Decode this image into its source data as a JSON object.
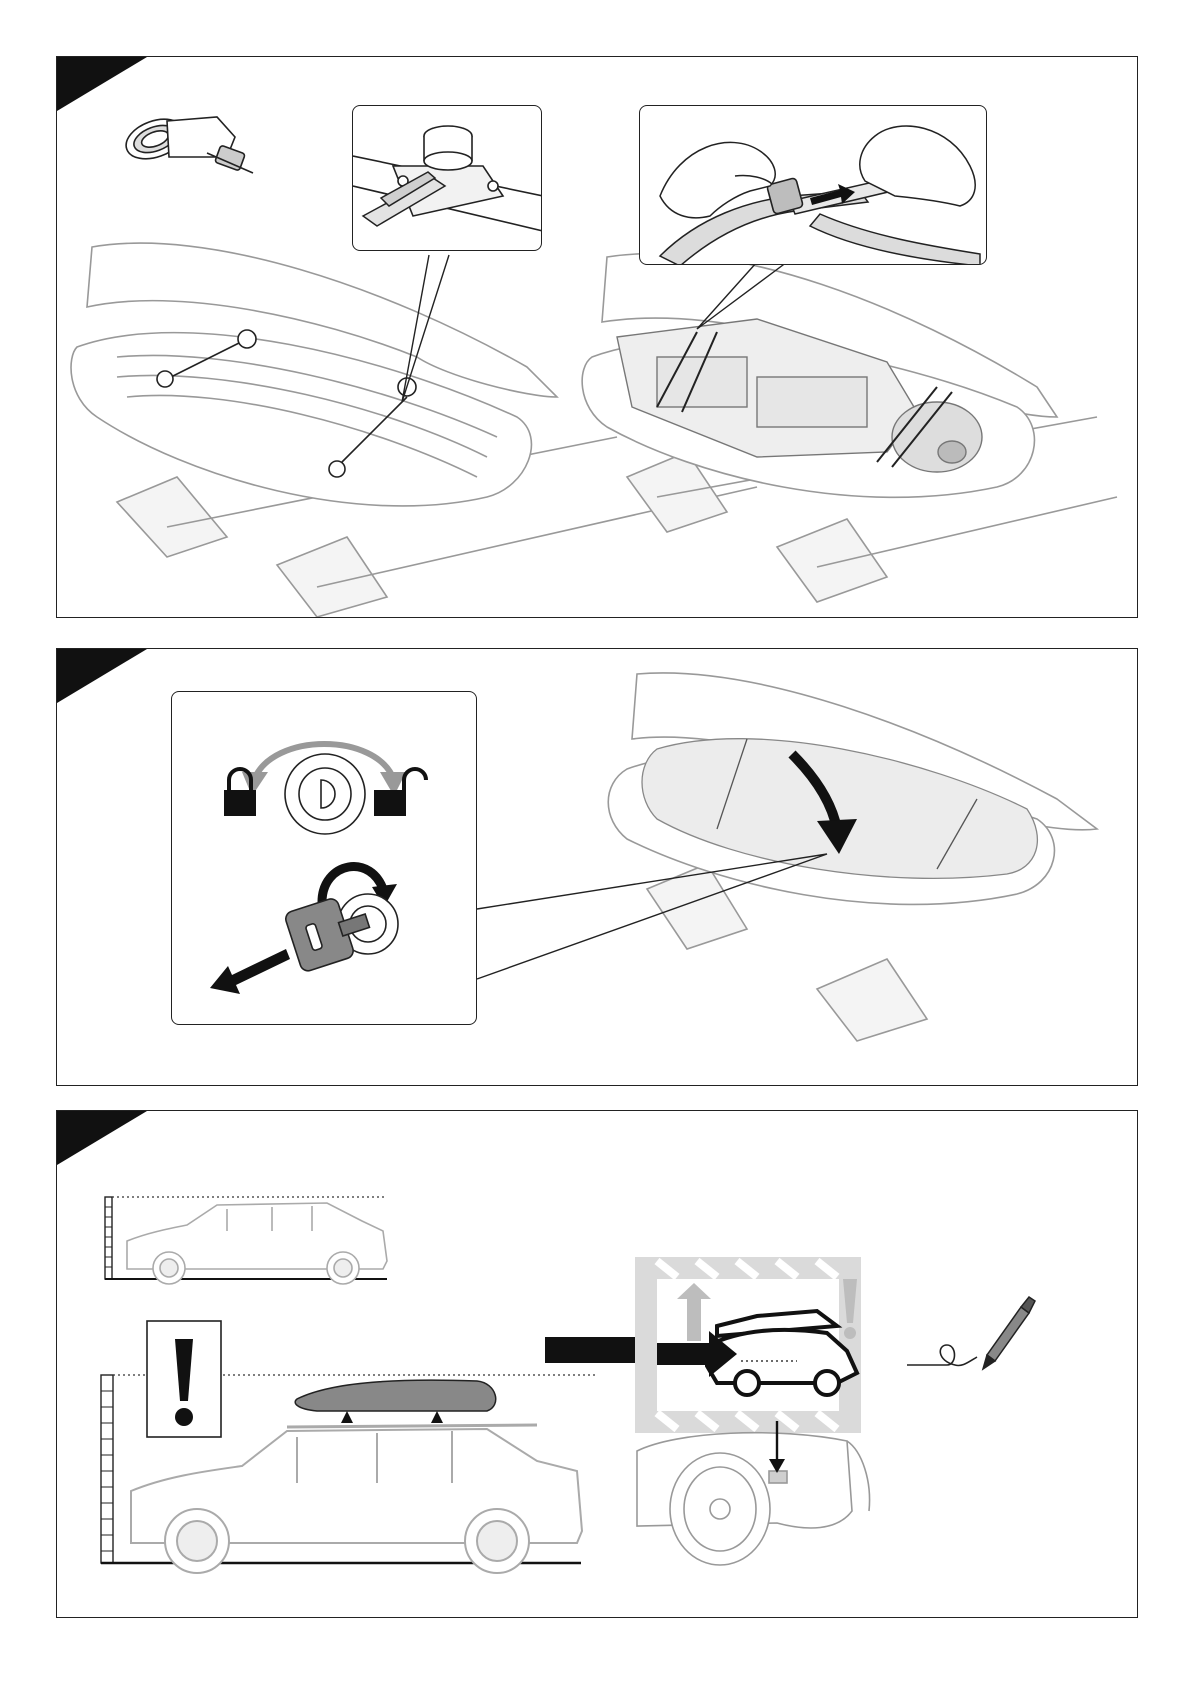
{
  "page": {
    "steps": [
      {
        "id": "step-1",
        "topic": "strap-securing-load"
      },
      {
        "id": "step-2",
        "topic": "close-and-lock-box"
      },
      {
        "id": "step-3",
        "topic": "vehicle-height-warning"
      }
    ]
  },
  "icons": {
    "strap_roll": "strap-roll-icon",
    "lock_closed": "padlock-closed-icon",
    "lock_open": "padlock-open-icon",
    "rotate": "rotate-arrow-icon",
    "warning": "exclamation-icon",
    "pen": "pen-icon",
    "arrow": "arrow-right-icon"
  },
  "colors": {
    "line": "#222222",
    "light": "#b5b5b5",
    "fill_gray": "#d9d9d9",
    "dark": "#111111"
  }
}
